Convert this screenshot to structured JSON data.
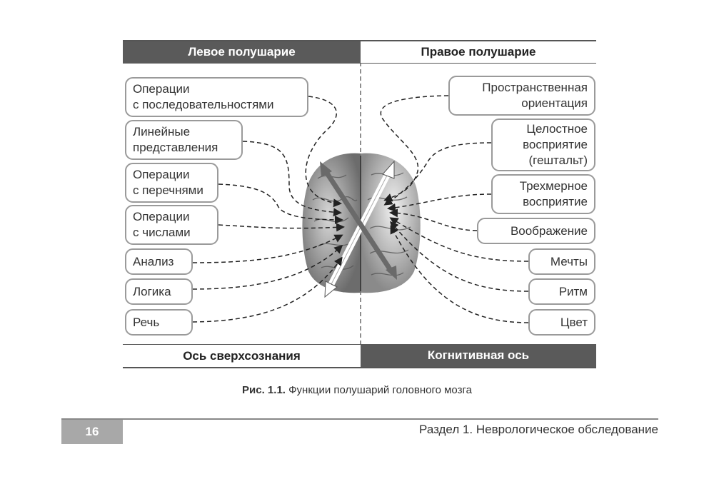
{
  "headers": {
    "left_top": "Левое полушарие",
    "right_top": "Правое полушарие",
    "left_bottom": "Ось сверхсознания",
    "right_bottom": "Когнитивная ось"
  },
  "left_items": [
    [
      "Операции",
      "с последовательностями"
    ],
    [
      "Линейные",
      "представления"
    ],
    [
      "Операции",
      "с перечнями"
    ],
    [
      "Операции",
      "с числами"
    ],
    [
      "Анализ"
    ],
    [
      "Логика"
    ],
    [
      "Речь"
    ]
  ],
  "right_items": [
    [
      "Пространственная",
      "ориентация"
    ],
    [
      "Целостное",
      "восприятие",
      "(гештальт)"
    ],
    [
      "Трехмерное",
      "восприятие"
    ],
    [
      "Воображение"
    ],
    [
      "Мечты"
    ],
    [
      "Ритм"
    ],
    [
      "Цвет"
    ]
  ],
  "caption": {
    "label": "Рис. 1.1.",
    "text": "Функции полушарий головного мозга"
  },
  "footer": {
    "page_number": "16",
    "section": "Раздел 1. Неврологическое обследование"
  },
  "colors": {
    "dark_header": "#5a5a5a",
    "box_border": "#9a9a9a",
    "page_badge": "#a8a8a8"
  }
}
